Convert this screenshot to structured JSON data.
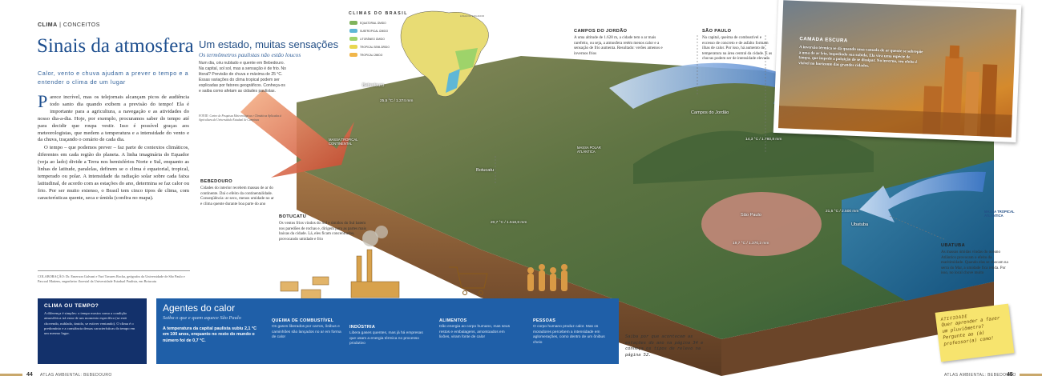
{
  "header": {
    "section_bold": "CLIMA",
    "section_rest": " | CONCEITOS"
  },
  "title": "Sinais da atmosfera",
  "subtitle": "Calor, vento e chuva ajudam a prever o tempo e a entender o clima de um lugar",
  "intro": {
    "dropcap": "P",
    "text": "arece incrível, mas os telejornais alcançam picos de audiência todo santo dia quando exibem a previsão do tempo! Ela é importante para a agricultura, a navegação e as atividades do nosso dia-a-dia. Hoje, por exemplo, procuramos saber do tempo até para decidir que roupa vestir. Isso é possível graças aos meteorologistas, que medem a temperatura e a intensidade do vento e da chuva, traçando o cenário de cada dia.",
    "text2": "O tempo – que podemos prever – faz parte de contextos climáticos, diferentes em cada região do planeta. A linha imaginária do Equador (veja ao lado) divide a Terra nos hemisférios Norte e Sul, enquanto as linhas de latitude, paralelas, definem se o clima é equatorial, tropical, temperado ou polar. A intensidade da radiação solar sobre cada faixa latitudinal, de acordo com as estações do ano, determina se faz calor ou frio. Por ser muito extenso, o Brasil tem cinco tipos de clima, com características quente, seca e úmida (confira no mapa)."
  },
  "credits": "COLABORAÇÃO: Dr. Emerson Galvani e Yuri Tavares Rocha, geógrafos da Universidade de São Paulo e Pascoal Mattens, engenheiro florestal da Universidade Estadual Paulista, em Botucatu",
  "clima_box": {
    "title": "CLIMA OU TEMPO?",
    "text": "A diferença é simples: o tempo mostra como a condição atmosférica irá estar de um momento específico (se está chovendo, nublado, úmido, se estiver ventando). O clima é o predomínio e a constância dessas características do tempo em um mesmo lugar."
  },
  "agentes": {
    "title": "Agentes do calor",
    "subtitle": "Saiba o que e quem aquece São Paulo",
    "temp_text": "A temperatura da capital paulista subiu 2,1 °C em 100 anos, enquanto no resto do mundo o número foi de 0,7 °C.",
    "items": [
      {
        "title": "QUEIMA DE COMBUSTÍVEL",
        "text": "Os gases liberados por carros, ônibus e caminhões são lançados no ar em forma de calor"
      },
      {
        "title": "INDÚSTRIA",
        "text": "Libera gases quentes, mas já há empresas que usam a energia térmica no processo produtivo"
      },
      {
        "title": "ALIMENTOS",
        "text": "Dão energia ao corpo humano, mas seus restos e embalagens, amontoados em lixões, viram fonte de calor"
      },
      {
        "title": "PESSOAS",
        "text": "O corpo humano produz calor. Mas os moradores percebem a intensidade em aglomerações, como dentro de um ônibus cheio"
      }
    ]
  },
  "mid": {
    "title": "Um estado, muitas sensações",
    "subtitle": "Os termômetros paulistas não estão loucos",
    "text": "Num dia, céu nublado e quente em Bebedouro. Na capital, sol sol, mas a sensação é de frio. No litoral? Previsão de chuva e máxima de 25 °C. Essas variações do clima tropical podem ser explicadas por fatores geográficos. Conheça-os e saiba como afetam as cidades paulistas.",
    "source": "FONTE: Centro de Pesquisas Meteorológicas e Climáticas Aplicadas à Agricultura da Universidade Estadual de Campinas"
  },
  "legend": {
    "title": "CLIMAS DO BRASIL",
    "equator": "LINHA DO EQUADOR",
    "items": [
      {
        "label": "EQUATORIAL ÚMIDO",
        "color": "#7fb35c"
      },
      {
        "label": "SUBTROPICAL ÚMIDO",
        "color": "#5fb7d6"
      },
      {
        "label": "LITORÂNEO ÚMIDO",
        "color": "#9ed36a"
      },
      {
        "label": "TROPICAL SEMI-ÁRIDO",
        "color": "#e9d74f"
      },
      {
        "label": "TROPICAL ÚMIDO",
        "color": "#f1b64a"
      }
    ]
  },
  "map_labels": {
    "bebedouro": "Bebedouro",
    "botucatu": "Botucatu",
    "campos": "Campos do Jordão",
    "sao_paulo": "São Paulo",
    "ubatuba": "Ubatuba",
    "massa_tropical": "MASSA TROPICAL CONTINENTAL",
    "massa_polar": "MASSA POLAR ATLÂNTICA",
    "massa_atlantica": "MASSA TROPICAL ATLÂNTICA",
    "t_bebedouro": "25,5 °C / 1.374 mm",
    "t_botucatu": "20,7 °C / 1.518,8 mm",
    "t_campos": "14,3 °C / 1.780,8 mm",
    "t_sp": "19,7 °C / 1.370,2 mm",
    "t_ubatuba": "21,5 °C / 2.500 mm"
  },
  "callouts": {
    "campos": {
      "title": "CAMPOS DO JORDÃO",
      "text": "A uma altitude de 1.628 m, a cidade tem o ar mais rarefeito, ou seja, a atmosfera retém menos calor e a sensação de frio aumenta. Resultado: verões amenos e invernos frios"
    },
    "sp": {
      "title": "SÃO PAULO",
      "text": "Na capital, queima de combustível e excesso de concreto e de asfalto formam ilhas de calor. Por isso, há aumento de temperatura na área central da cidade. E as chuvas podem ser de intensidade elevada"
    },
    "bebedouro": {
      "title": "BEBEDOURO",
      "text": "Cidades do interior recebem massas de ar do continente. Daí o efeito da continentalidade. Conseqüência: ar seco, menos umidade no ar e clima quente durante boa parte do ano"
    },
    "botucatu": {
      "title": "BOTUCATU",
      "text": "Os ventos frios vindos do Sul e úmidos do Sul batem nos paredões de rochas e, dirigem para as partes mais baixas da cidade. Lá, eles ficam concentrados, provocando umidade e frio"
    },
    "ubatuba": {
      "title": "UBATUBA",
      "text": "As massas úmidas vindas do oceano Atlântico provocam o efeito da maritimidade. Quando elas se chocam na serra do Mar, a umidade fica retida. Por isso, no local chove muito"
    }
  },
  "photo": {
    "title": "CAMADA ESCURA",
    "text": "A inversão térmica se dá quando uma camada de ar quente se sobrepõe a uma de ar frio, impedindo sua subida. Ela vira uma espécie de tampa, que impede a poluição de se dissipar. No inverno, seu efeito é visível no horizonte das grandes cidades."
  },
  "handwritten": "Saiba por que acontecem as estações do ano na página 34 e conheça os tipos de relevo na página 52.",
  "sticky": {
    "title": "ATIVIDADE",
    "text": "Quer aprender a fazer um pluviômetro? Pergunte ao (à) professor(a) como!"
  },
  "footer": {
    "left_num": "44",
    "left_text": "ATLAS AMBIENTAL: BEBEDOURO",
    "right_text": "ATLAS AMBIENTAL: BEBEDOURO",
    "right_num": "45"
  }
}
